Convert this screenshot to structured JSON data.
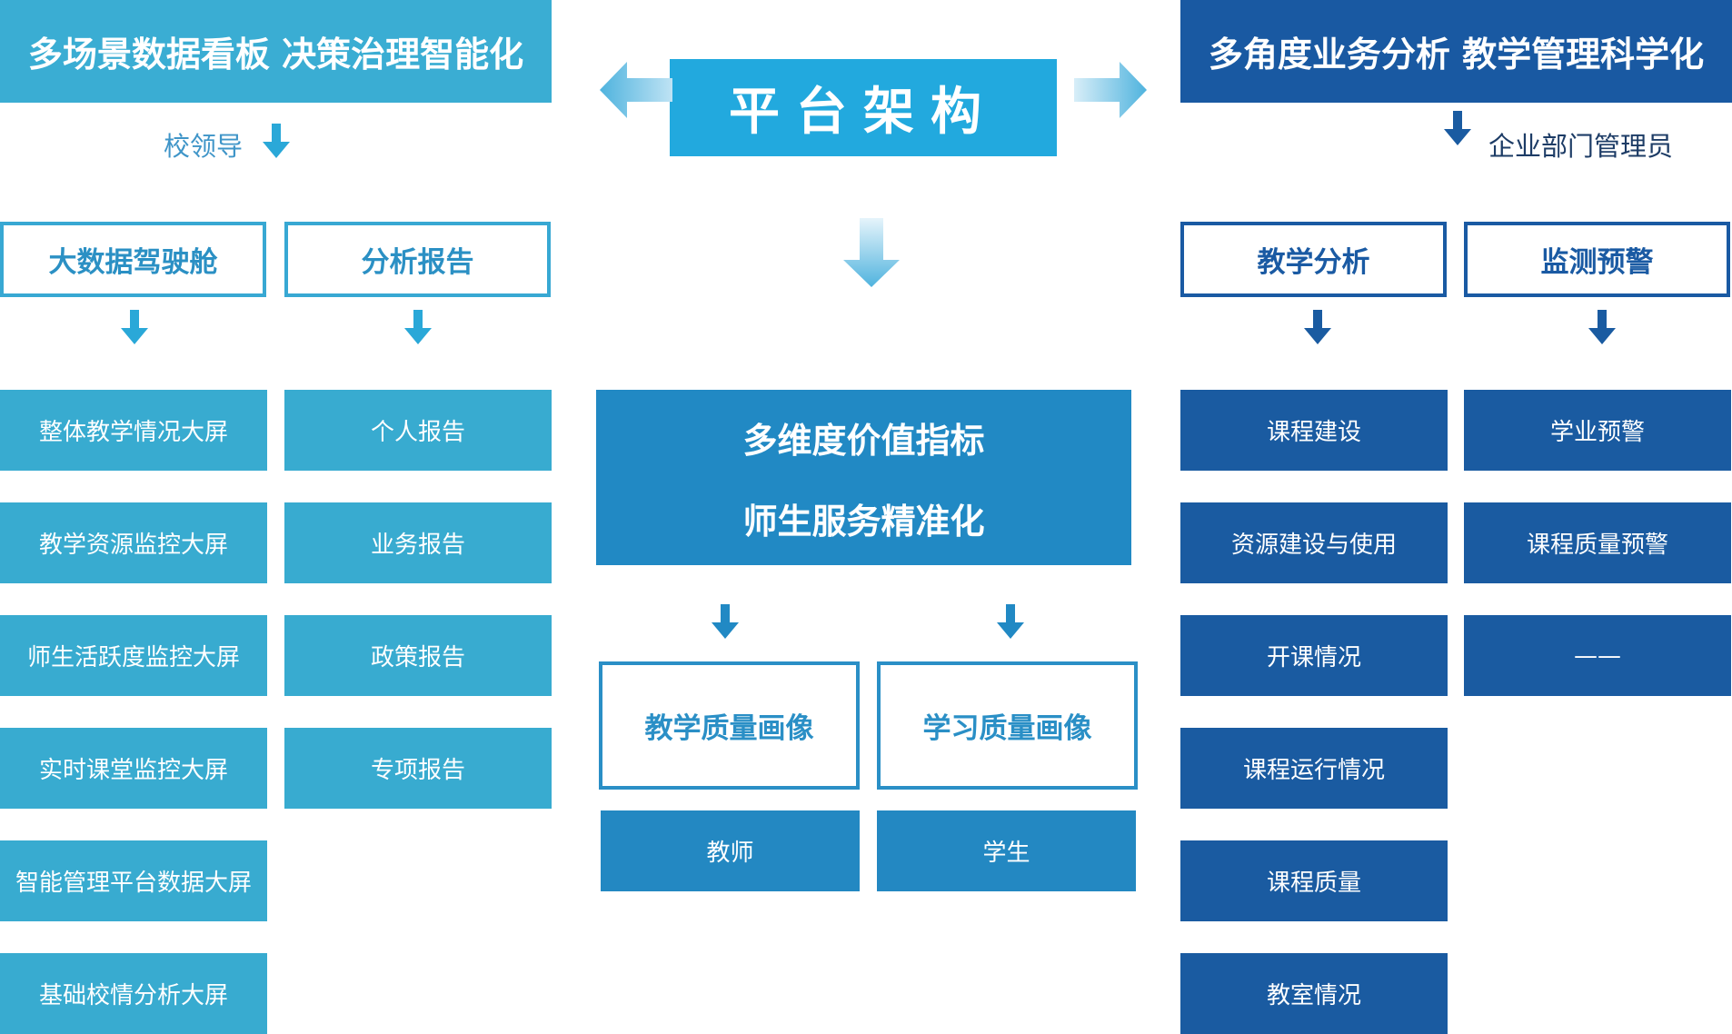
{
  "left": {
    "header": "多场景数据看板  决策治理智能化",
    "role": "校领导",
    "categories": [
      "大数据驾驶舱",
      "分析报告"
    ],
    "cockpit_items": [
      "整体教学情况大屏",
      "教学资源监控大屏",
      "师生活跃度监控大屏",
      "实时课堂监控大屏",
      "智能管理平台数据大屏",
      "基础校情分析大屏"
    ],
    "report_items": [
      "个人报告",
      "业务报告",
      "政策报告",
      "专项报告"
    ]
  },
  "center": {
    "title": "平台架构",
    "core_line1": "多维度价值指标",
    "core_line2": "师生服务精准化",
    "portraits": [
      "教学质量画像",
      "学习质量画像"
    ],
    "subjects": [
      "教师",
      "学生"
    ]
  },
  "right": {
    "header": "多角度业务分析  教学管理科学化",
    "role": "企业部门管理员",
    "categories": [
      "教学分析",
      "监测预警"
    ],
    "teaching_items": [
      "课程建设",
      "资源建设与使用",
      "开课情况",
      "课程运行情况",
      "课程质量",
      "教室情况"
    ],
    "warning_items": [
      "学业预警",
      "课程质量预警",
      "——"
    ]
  },
  "colors": {
    "light_blue": "#38abd0",
    "mid_blue": "#2189c4",
    "dark_blue": "#1a5ba1",
    "platform_blue": "#22a9de"
  }
}
